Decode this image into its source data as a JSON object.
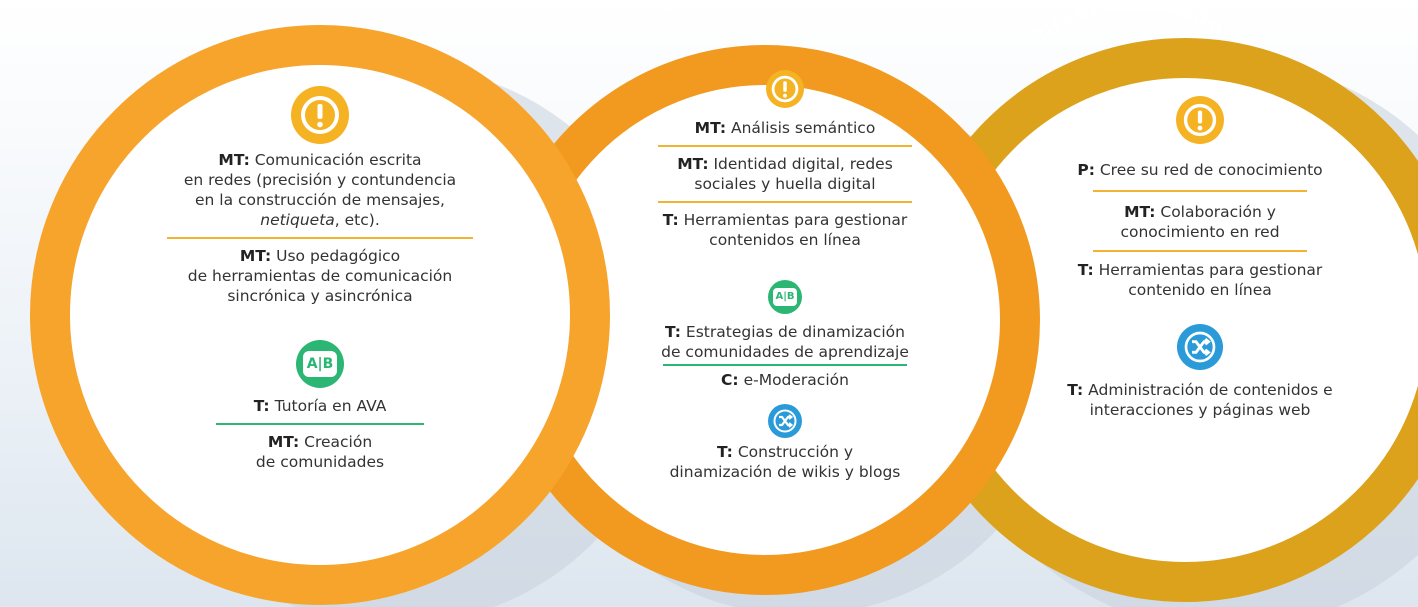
{
  "colors": {
    "ring_explorador": "#f7a42c",
    "ring_integrador": "#f29a1f",
    "ring_innovador": "#dca21c",
    "warning_icon": "#f5b324",
    "ab_icon": "#2bb673",
    "shuffle_icon": "#2a9bd8",
    "divider_yellow": "#f2b233",
    "divider_green": "#2bb673"
  },
  "levels": [
    {
      "title": "Nivel explorador",
      "icon": "warning-icon",
      "items": [
        {
          "prefix": "MT:",
          "text": "Comunicación escrita"
        },
        {
          "text": "en redes (precisión y contundencia"
        },
        {
          "text": "en la construcción de mensajes,"
        },
        {
          "italic": "netiqueta",
          "text": ", etc)."
        },
        {
          "prefix": "MT:",
          "text": "Uso pedagógico"
        },
        {
          "text": "de herramientas de comunicación"
        },
        {
          "text": "sincrónica y asincrónica"
        },
        {
          "prefix": "T:",
          "text": "Tutoría en AVA"
        },
        {
          "prefix": "MT:",
          "text": "Creación"
        },
        {
          "text": "de comunidades"
        }
      ],
      "secondary_icon": "ab-test-icon"
    },
    {
      "title": "Nivel integrador",
      "icon": "warning-icon",
      "items": [
        {
          "prefix": "MT:",
          "text": "Análisis semántico"
        },
        {
          "prefix": "MT:",
          "text": "Identidad digital, redes"
        },
        {
          "text": "sociales y huella digital"
        },
        {
          "prefix": "T:",
          "text": "Herramientas para gestionar"
        },
        {
          "text": "contenidos en línea"
        },
        {
          "prefix": "T:",
          "text": "Estrategias de dinamización"
        },
        {
          "text": "de comunidades de aprendizaje"
        },
        {
          "prefix": "C:",
          "text": "e-Moderación"
        },
        {
          "prefix": "T:",
          "text": "Construcción y"
        },
        {
          "text": "dinamización de wikis y blogs"
        }
      ],
      "secondary_icon": "ab-test-icon",
      "tertiary_icon": "shuffle-icon"
    },
    {
      "title": "Nivel innovador",
      "icon": "warning-icon",
      "items": [
        {
          "prefix": "P:",
          "text": "Cree su red de conocimiento"
        },
        {
          "prefix": "MT:",
          "text": "Colaboración y"
        },
        {
          "text": "conocimiento en red"
        },
        {
          "prefix": "T:",
          "text": "Herramientas para gestionar"
        },
        {
          "text": "contenido en línea"
        },
        {
          "prefix": "T:",
          "text": "Administración de contenidos e"
        },
        {
          "text": "interacciones y páginas web"
        }
      ],
      "secondary_icon": "shuffle-icon"
    }
  ]
}
